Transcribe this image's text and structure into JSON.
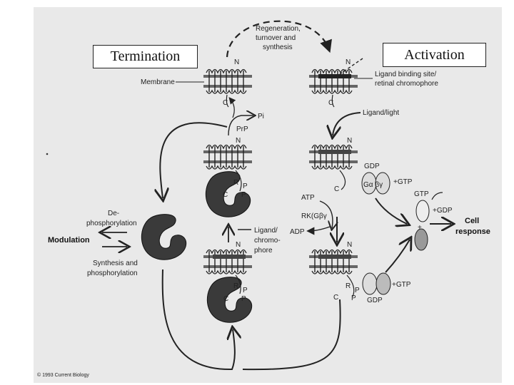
{
  "titles": {
    "termination": "Termination",
    "activation": "Activation"
  },
  "labels": {
    "regeneration": [
      "Regeneration,",
      "turnover and",
      "synthesis"
    ],
    "membrane": "Membrane",
    "ligand_site": [
      "Ligand binding site/",
      "retinal chromophore"
    ],
    "ligand_light": "Ligand/light",
    "pi": "Pi",
    "prp": "PrP",
    "gdp_top": "GDP",
    "galpha_bg": "Gα βγ",
    "plus_gtp_top": "+GTP",
    "atp": "ATP",
    "rk": "RK(Gβγ",
    "adp": "ADP",
    "gtp_right": "GTP",
    "plus_gdp": "+GDP",
    "plus_sign": "+",
    "cell_response": [
      "Cell",
      "response"
    ],
    "dephos": [
      "De-",
      "phosphorylation"
    ],
    "modulation": "Modulation",
    "synth_phos": [
      "Synthesis and",
      "phosphorylation"
    ],
    "ligand_chromo": [
      "Ligand/",
      "chromo-",
      "phore"
    ],
    "plus_gtp_bottom": "+GTP",
    "gdp_bottom": "GDP",
    "n": "N",
    "c": "C",
    "r": "R",
    "p": "P",
    "copyright": "© 1993 Current Biology"
  }
}
